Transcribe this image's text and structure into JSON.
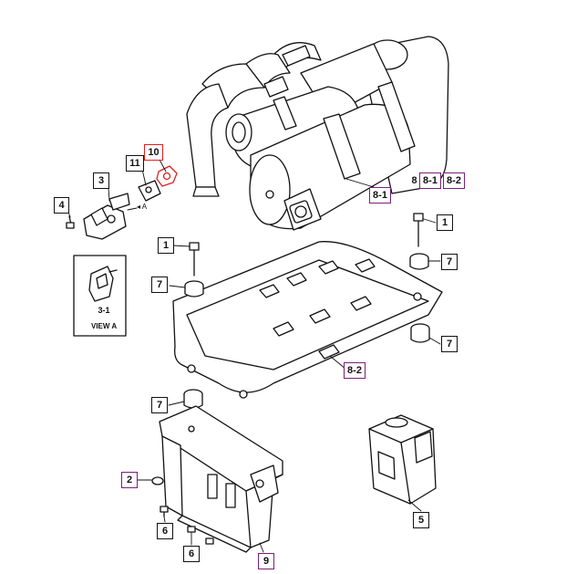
{
  "callouts": {
    "c10": "10",
    "c11": "11",
    "c3": "3",
    "c4": "4",
    "c8": "8",
    "c8_1_top": "8-1",
    "c8_2_top": "8-2",
    "c8_1_muffler": "8-1",
    "c1_bolt_right": "1",
    "c1_bolt_left": "1",
    "c7_right_top": "7",
    "c7_left": "7",
    "c7_right_bottom": "7",
    "c8_2_shield": "8-2",
    "c7_bracket": "7",
    "c2": "2",
    "c6_a": "6",
    "c6_b": "6",
    "c9": "9",
    "c5": "5"
  },
  "view_a": {
    "callout": "3-1",
    "label": "VIEW A"
  },
  "pointer_label": "A",
  "colors": {
    "line": "#111111",
    "callout_purple": "#7a1f7a",
    "callout_red": "#e02020",
    "highlight_part": "#e02020"
  }
}
